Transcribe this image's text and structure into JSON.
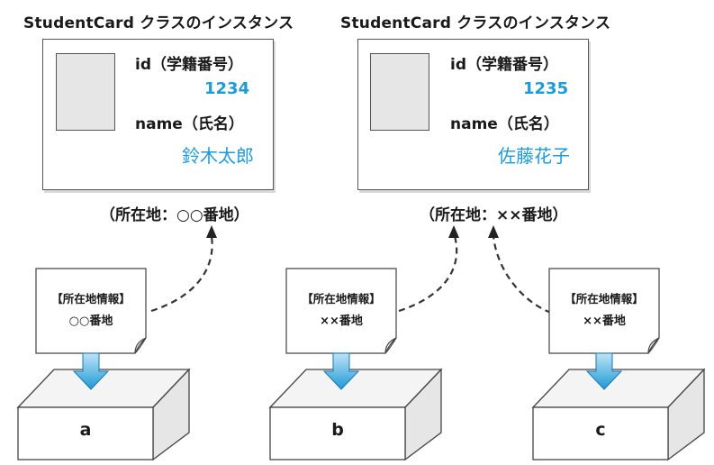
{
  "instances": [
    {
      "title": "StudentCard クラスのインスタンス",
      "id_label": "id（学籍番号）",
      "id_value": "1234",
      "name_label": "name（氏名）",
      "name_value": "鈴木太郎",
      "address": "（所在地：○○番地）"
    },
    {
      "title": "StudentCard クラスのインスタンス",
      "id_label": "id（学籍番号）",
      "id_value": "1235",
      "name_label": "name（氏名）",
      "name_value": "佐藤花子",
      "address": "（所在地：××番地）"
    }
  ],
  "variables": [
    {
      "note_title": "【所在地情報】",
      "note_value": "○○番地",
      "box_label": "a"
    },
    {
      "note_title": "【所在地情報】",
      "note_value": "××番地",
      "box_label": "b"
    },
    {
      "note_title": "【所在地情報】",
      "note_value": "××番地",
      "box_label": "c"
    }
  ],
  "colors": {
    "accent": "#1e9ad6",
    "arrow_fill": "#1e9ad6",
    "line": "#333333",
    "photo": "#9a9a9a"
  },
  "icons": {
    "photo": "person-silhouette-icon",
    "pointer": "dashed-curved-arrow-icon",
    "store": "down-arrow-icon"
  }
}
